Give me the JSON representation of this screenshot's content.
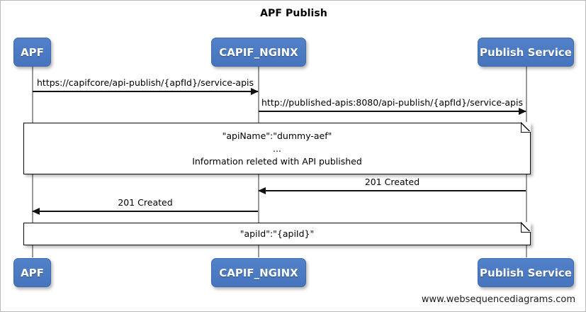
{
  "diagram": {
    "title": "APF Publish",
    "footer": "www.websequencediagrams.com",
    "type": "sequence-diagram",
    "accent_color": "#4c7ac4",
    "line_color": "#111111",
    "lifeline_color": "#9a9a9a"
  },
  "participants": [
    {
      "id": "apf",
      "label": "APF"
    },
    {
      "id": "capif_nginx",
      "label": "CAPIF_NGINX"
    },
    {
      "id": "publish_service",
      "label": "Publish Service"
    }
  ],
  "participants_bottom": [
    {
      "id": "apf",
      "label": "APF"
    },
    {
      "id": "capif_nginx",
      "label": "CAPIF_NGINX"
    },
    {
      "id": "publish_service",
      "label": "Publish Service"
    }
  ],
  "messages": [
    {
      "id": "m1",
      "from": "apf",
      "to": "capif_nginx",
      "direction": "right",
      "label": "https://capifcore/api-publish/{apfId}/service-apis"
    },
    {
      "id": "m2",
      "from": "capif_nginx",
      "to": "publish_service",
      "direction": "right",
      "label": "http://published-apis:8080/api-publish/{apfId}/service-apis"
    },
    {
      "id": "m3",
      "from": "publish_service",
      "to": "capif_nginx",
      "direction": "left",
      "label": "201 Created"
    },
    {
      "id": "m4",
      "from": "capif_nginx",
      "to": "apf",
      "direction": "left",
      "label": "201 Created"
    }
  ],
  "notes": [
    {
      "id": "note1",
      "lines": [
        "\"apiName\":\"dummy-aef\"",
        "...",
        "Information releted with API published"
      ]
    },
    {
      "id": "note2",
      "lines": [
        "\"apiId\":\"{apiId}\""
      ]
    }
  ]
}
